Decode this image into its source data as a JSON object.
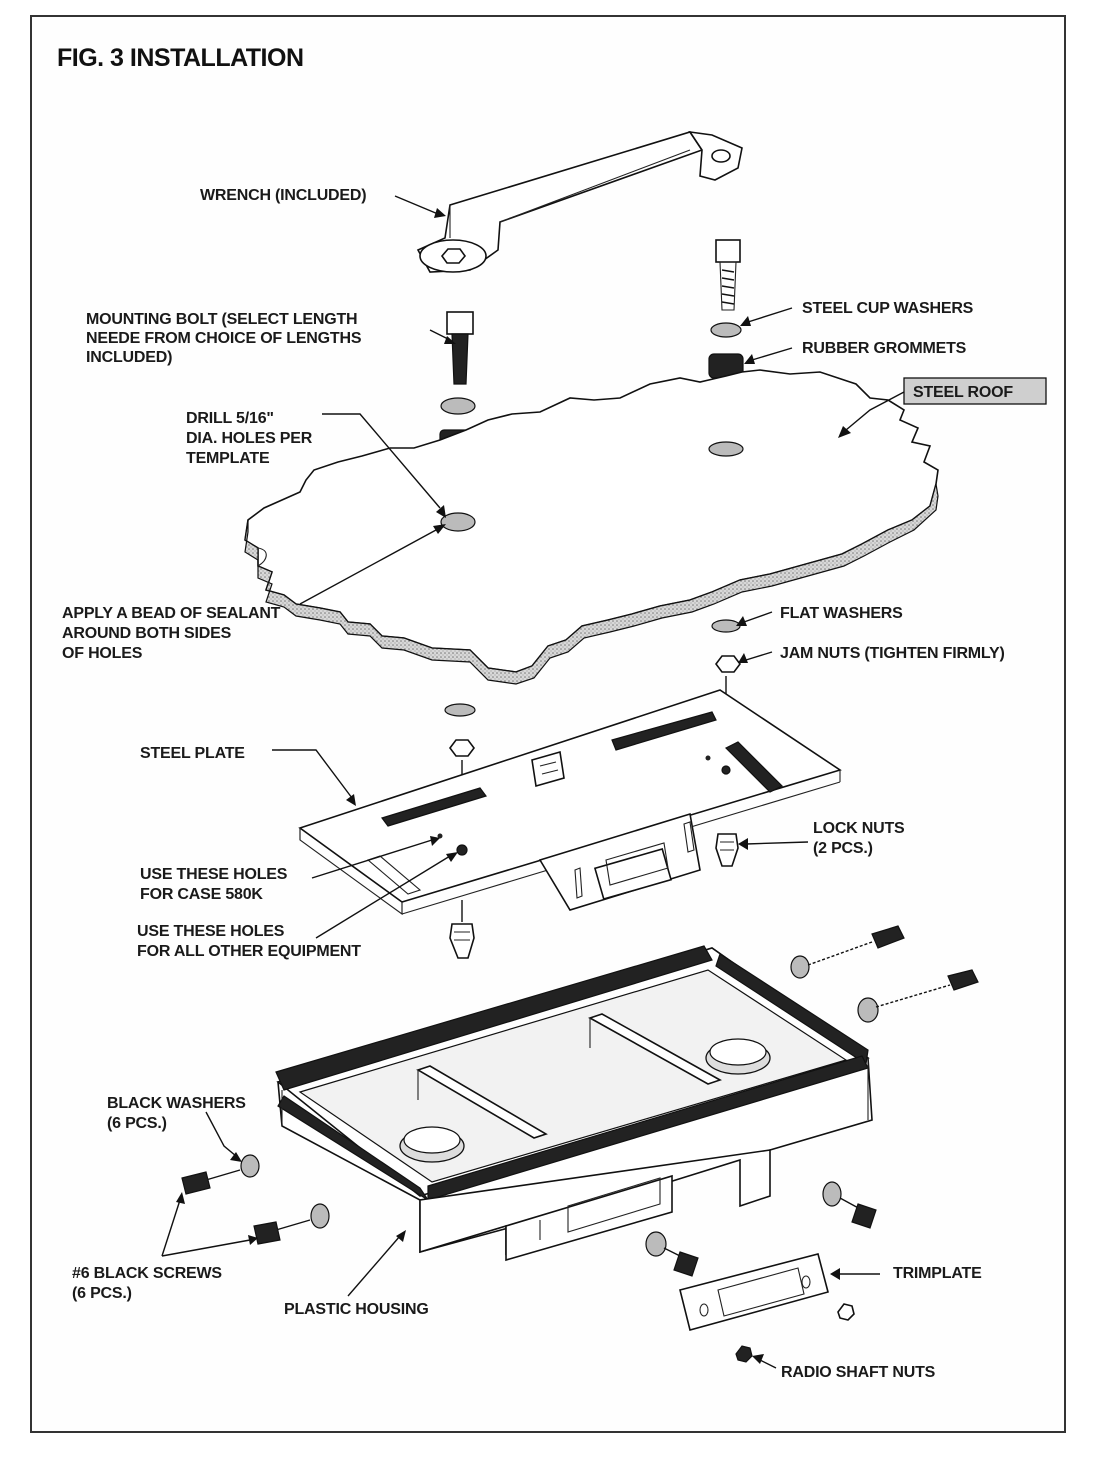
{
  "title": "FIG. 3 INSTALLATION",
  "labels": {
    "wrench": "WRENCH (INCLUDED)",
    "mounting_bolt_1": "MOUNTING BOLT (SELECT LENGTH",
    "mounting_bolt_2": "NEEDE FROM CHOICE OF LENGTHS",
    "mounting_bolt_3": "INCLUDED)",
    "steel_cup_washers": "STEEL CUP WASHERS",
    "rubber_grommets": "RUBBER GROMMETS",
    "steel_roof": "STEEL ROOF",
    "drill_1": "DRILL 5/16\"",
    "drill_2": "DIA. HOLES PER",
    "drill_3": "TEMPLATE",
    "sealant_1": "APPLY A BEAD OF SEALANT",
    "sealant_2": "AROUND BOTH SIDES",
    "sealant_3": "OF HOLES",
    "flat_washers": "FLAT WASHERS",
    "jam_nuts": "JAM NUTS (TIGHTEN FIRMLY)",
    "steel_plate": "STEEL PLATE",
    "lock_nuts_1": "LOCK NUTS",
    "lock_nuts_2": "(2 PCS.)",
    "holes_case_1": "USE THESE HOLES",
    "holes_case_2": "FOR CASE 580K",
    "holes_other_1": "USE THESE HOLES",
    "holes_other_2": "FOR ALL OTHER EQUIPMENT",
    "black_washers_1": "BLACK WASHERS",
    "black_washers_2": "(6 PCS.)",
    "black_screws_1": "#6 BLACK SCREWS",
    "black_screws_2": "(6 PCS.)",
    "plastic_housing": "PLASTIC HOUSING",
    "trimplate": "TRIMPLATE",
    "radio_shaft_nuts": "RADIO SHAFT NUTS"
  }
}
